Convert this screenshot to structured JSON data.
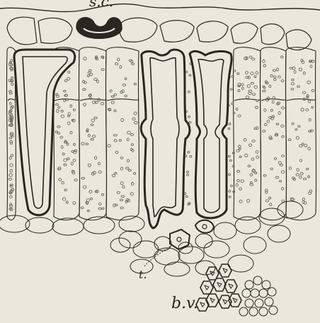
{
  "figure": {
    "labels": {
      "top": "s.c.",
      "t": "t.",
      "bv": "b.v."
    },
    "colors": {
      "background": "#ece7dc",
      "ink": "#2b2620",
      "dots": "#6f675c"
    }
  }
}
